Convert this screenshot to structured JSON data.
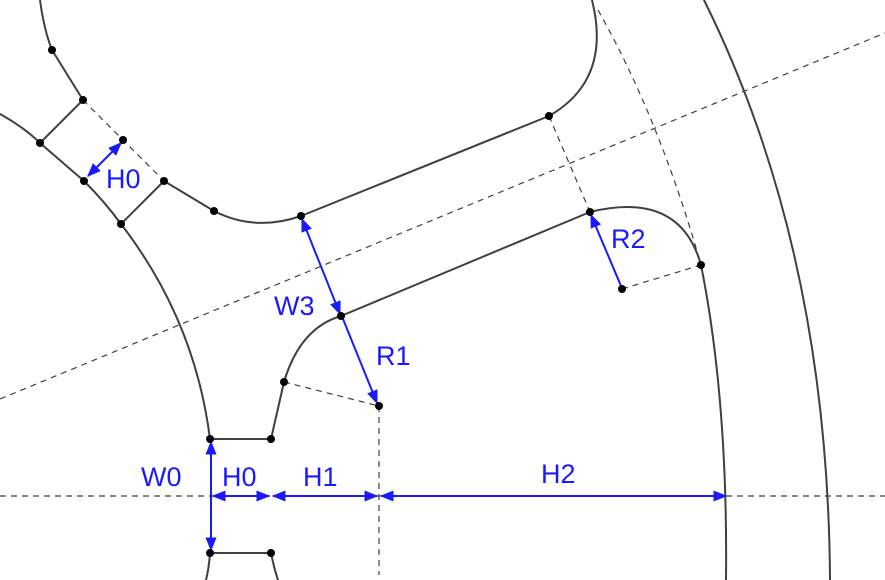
{
  "labels": {
    "h0_diagonal": "H0",
    "w3": "W3",
    "r1": "R1",
    "r2": "R2",
    "w0": "W0",
    "h0": "H0",
    "h1": "H1",
    "h2": "H2"
  },
  "colors": {
    "outline": "#404040",
    "dimension": "#1a1aff",
    "point": "#000000",
    "background": "#ffffff"
  }
}
